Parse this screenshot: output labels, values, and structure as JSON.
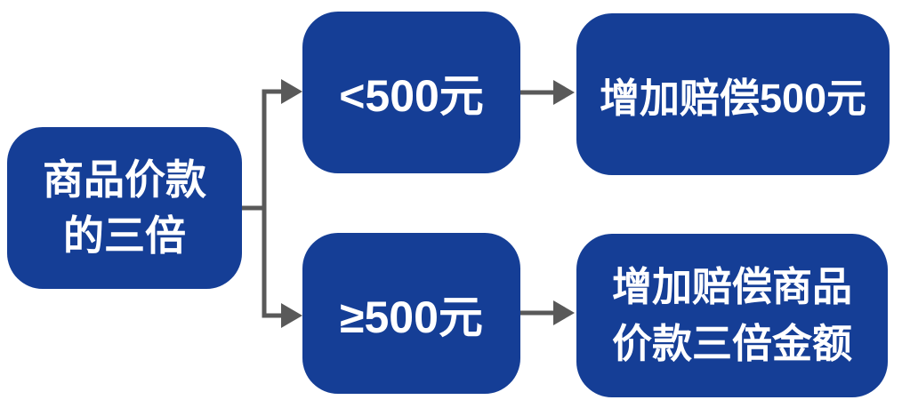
{
  "colors": {
    "box_fill": "#153E96",
    "text": "#FFFFFF",
    "connector": "#595959",
    "background": "#FFFFFF"
  },
  "diagram": {
    "root": {
      "lines": [
        "商品价款",
        "的三倍"
      ]
    },
    "condition_less": {
      "label": "<500元"
    },
    "condition_gte": {
      "label": "≥500元"
    },
    "result_less": {
      "label": "增加赔偿500元"
    },
    "result_gte": {
      "lines": [
        "增加赔偿商品",
        "价款三倍金额"
      ]
    }
  }
}
